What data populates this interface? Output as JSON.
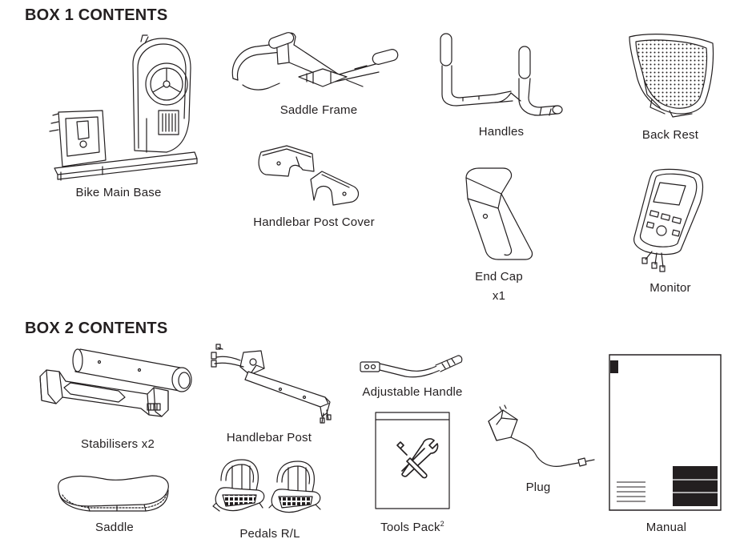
{
  "box1": {
    "heading": "BOX 1 CONTENTS",
    "items": [
      {
        "label": "Bike Main Base"
      },
      {
        "label": "Saddle Frame"
      },
      {
        "label": "Handles"
      },
      {
        "label": "Back Rest"
      },
      {
        "label": "Handlebar Post Cover"
      },
      {
        "label": "End Cap",
        "qty": "x1"
      },
      {
        "label": "Monitor"
      }
    ]
  },
  "box2": {
    "heading": "BOX 2 CONTENTS",
    "items": [
      {
        "label": "Stabilisers x2"
      },
      {
        "label": "Handlebar Post"
      },
      {
        "label": "Adjustable Handle"
      },
      {
        "label": "Tools Pack",
        "footnote": "2"
      },
      {
        "label": "Plug"
      },
      {
        "label": "Manual"
      },
      {
        "label": "Saddle"
      },
      {
        "label": "Pedals R/L"
      }
    ]
  }
}
